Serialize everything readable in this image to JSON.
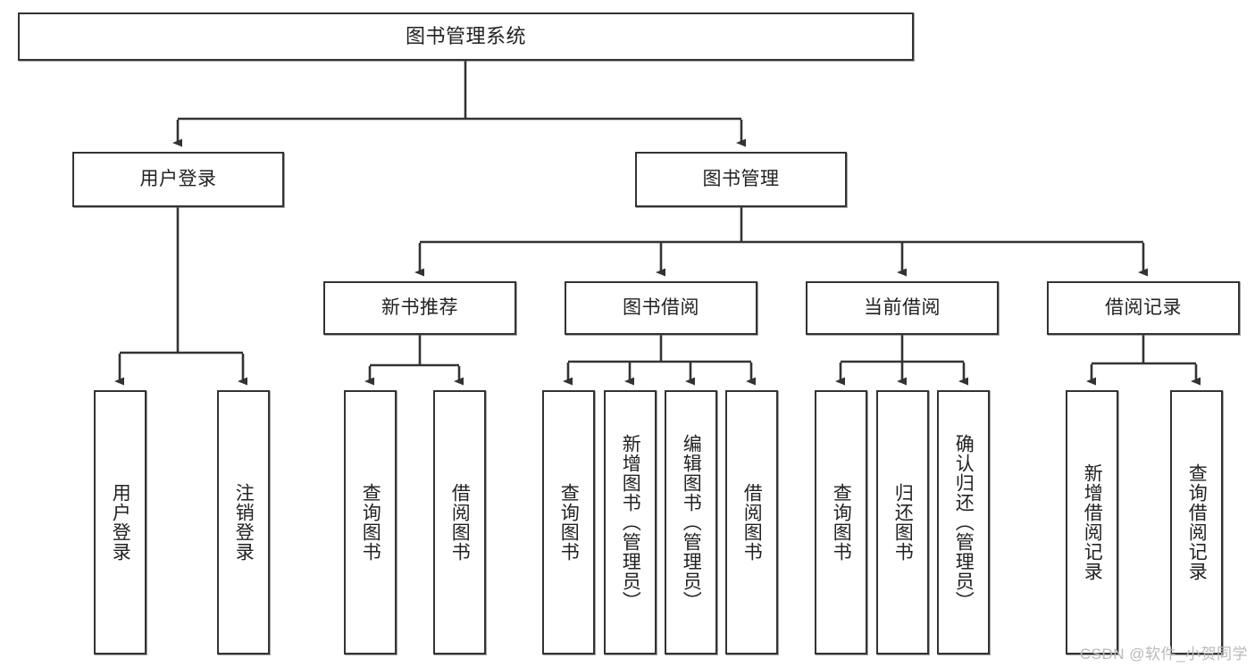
{
  "diagram": {
    "title": "图书管理系统",
    "type": "tree-hierarchy-diagram",
    "watermark": "CSDN @软件_小贺同学",
    "colors": {
      "node_border": "#333333",
      "node_fill": "#ffffff",
      "connector": "#333333",
      "text": "#222222",
      "watermark": "#b9b9b9"
    },
    "root": {
      "label": "图书管理系统"
    },
    "level2": [
      {
        "label": "用户登录"
      },
      {
        "label": "图书管理"
      }
    ],
    "level3": [
      {
        "label": "新书推荐"
      },
      {
        "label": "图书借阅"
      },
      {
        "label": "当前借阅"
      },
      {
        "label": "借阅记录"
      }
    ],
    "leaves": {
      "user_login": [
        {
          "label": "用户登录"
        },
        {
          "label": "注销登录"
        }
      ],
      "new_book_recommend": [
        {
          "label": "查询图书"
        },
        {
          "label": "借阅图书"
        }
      ],
      "book_borrow": [
        {
          "label": "查询图书"
        },
        {
          "label": "新增图书（管理员）"
        },
        {
          "label": "编辑图书（管理员）"
        },
        {
          "label": "借阅图书"
        }
      ],
      "current_borrow": [
        {
          "label": "查询图书"
        },
        {
          "label": "归还图书"
        },
        {
          "label": "确认归还（管理员）"
        }
      ],
      "borrow_records": [
        {
          "label": "新增借阅记录"
        },
        {
          "label": "查询借阅记录"
        }
      ]
    }
  }
}
